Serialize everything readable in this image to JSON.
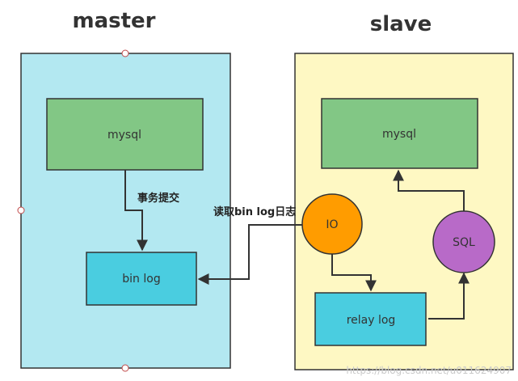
{
  "titles": {
    "master": "master",
    "slave": "slave"
  },
  "master": {
    "mysql": "mysql",
    "binlog": "bin log"
  },
  "slave": {
    "mysql": "mysql",
    "io": "IO",
    "sql": "SQL",
    "relaylog": "relay log"
  },
  "edges": {
    "commit": "事务提交",
    "read": "读取bin log日志"
  },
  "watermark": "https://blog.csdn.net/u011624907",
  "colors": {
    "master_bg": "#b3e8f1",
    "slave_bg": "#fef8c3",
    "mysql_box": "#82c785",
    "log_box": "#4acde0",
    "io_circle": "#ff9c00",
    "sql_circle": "#b86ac8"
  }
}
